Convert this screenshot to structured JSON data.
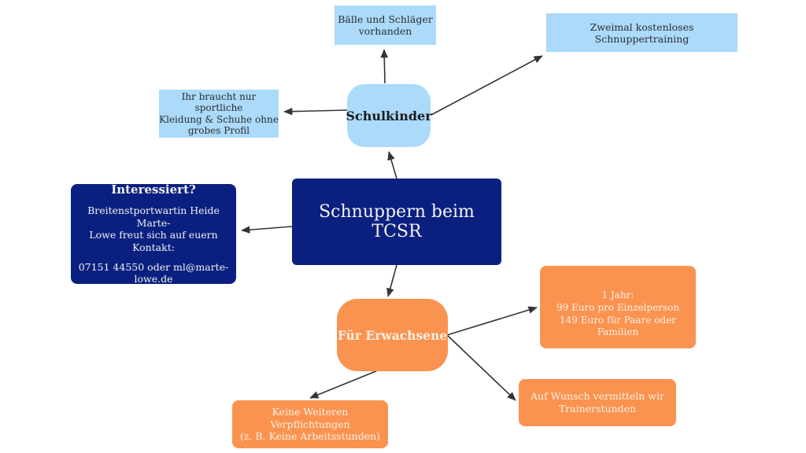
{
  "colors": {
    "navy": "#0A2080",
    "light_blue": "#ABDAFA",
    "orange": "#FA9350",
    "arrow": "#333333",
    "background": "#FFFFFF"
  },
  "diagram": {
    "center": {
      "label": "Schnuppern beim TCSR"
    },
    "schulkinder": {
      "label": "Schulkinder"
    },
    "erwachsene": {
      "label": "Für Erwachsene"
    },
    "baelle": {
      "text": "Bälle und Schläger\nvorhanden"
    },
    "zweimal": {
      "text": "Zweimal kostenloses Schnuppertraining"
    },
    "kleidung": {
      "text": "Ihr braucht nur sportliche\nKleidung & Schuhe ohne\ngrobes Profil"
    },
    "interessiert": {
      "title": "Interessiert?",
      "body": "Breitenstportwartin Heide Marte-\nLowe freut sich auf euern Kontakt:",
      "contact": "07151 44550 oder ml@marte-\nlowe.de"
    },
    "jahr": {
      "text": "1 Jahr:\n99 Euro pro Einzelperson\n149 Euro für Paare oder Familien"
    },
    "wunsch": {
      "text": "Auf Wunsch vermitteln wir\nTrainerstunden"
    },
    "keine": {
      "text": "Keine Weiteren Verpflichtungen\n(z. B. Keine Arbeitsstunden)"
    },
    "edges": [
      {
        "from": "center",
        "to": "schulkinder"
      },
      {
        "from": "center",
        "to": "interessiert"
      },
      {
        "from": "center",
        "to": "erwachsene"
      },
      {
        "from": "schulkinder",
        "to": "baelle"
      },
      {
        "from": "schulkinder",
        "to": "zweimal"
      },
      {
        "from": "schulkinder",
        "to": "kleidung"
      },
      {
        "from": "erwachsene",
        "to": "jahr"
      },
      {
        "from": "erwachsene",
        "to": "wunsch"
      },
      {
        "from": "erwachsene",
        "to": "keine"
      }
    ]
  }
}
